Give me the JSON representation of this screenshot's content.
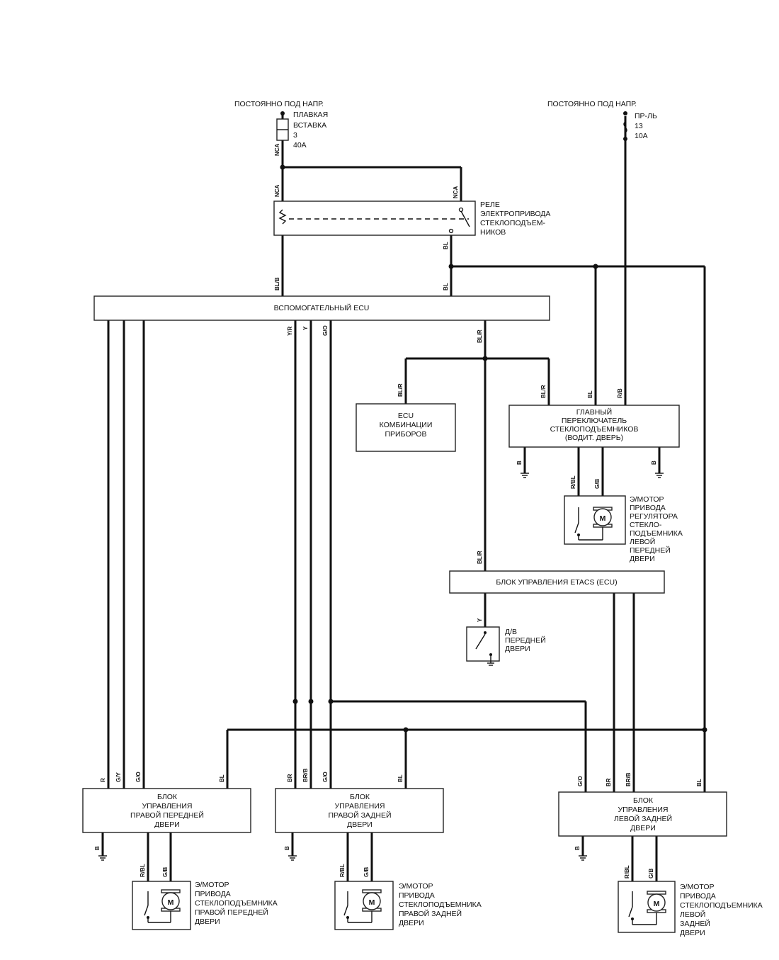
{
  "power": {
    "left": {
      "label": "ПОСТОЯННО ПОД НАПР.",
      "fuse": [
        "ПЛАВКАЯ",
        "ВСТАВКА",
        "3",
        "40А"
      ]
    },
    "right": {
      "label": "ПОСТОЯННО ПОД НАПР.",
      "fuse": [
        "ПР-ЛЬ",
        "13",
        "10А"
      ]
    }
  },
  "relay": {
    "label": [
      "РЕЛЕ",
      "ЭЛЕКТРОПРИВОДА",
      "СТЕКЛОПОДЪЕМ-",
      "НИКОВ"
    ]
  },
  "units": {
    "aux_ecu": "ВСПОМОГАТЕЛЬНЫЙ ECU",
    "meter_ecu": [
      "ECU",
      "КОМБИНАЦИИ",
      "ПРИБОРОВ"
    ],
    "main_switch": [
      "ГЛАВНЫЙ",
      "ПЕРЕКЛЮЧАТЕЛЬ",
      "СТЕКЛОПОДЪЕМНИКОВ",
      "(ВОДИТ. ДВЕРЬ)"
    ],
    "etacs": "БЛОК УПРАВЛЕНИЯ ETACS (ECU)",
    "door_switch": [
      "Д/В",
      "ПЕРЕДНЕЙ",
      "ДВЕРИ"
    ],
    "rf_unit": [
      "БЛОК",
      "УПРАВЛЕНИЯ",
      "ПРАВОЙ ПЕРЕДНЕЙ",
      "ДВЕРИ"
    ],
    "rr_unit": [
      "БЛОК",
      "УПРАВЛЕНИЯ",
      "ПРАВОЙ ЗАДНЕЙ",
      "ДВЕРИ"
    ],
    "lr_unit": [
      "БЛОК",
      "УПРАВЛЕНИЯ",
      "ЛЕВОЙ ЗАДНЕЙ",
      "ДВЕРИ"
    ]
  },
  "motors": {
    "symbol": "M",
    "lf": [
      "Э/МОТОР",
      "ПРИВОДА",
      "РЕГУЛЯТОРА",
      "СТЕКЛО-",
      "ПОДЪЕМНИКА",
      "ЛЕВОЙ",
      "ПЕРЕДНЕЙ",
      "ДВЕРИ"
    ],
    "rf": [
      "Э/МОТОР",
      "ПРИВОДА",
      "СТЕКЛОПОДЪЕМНИКА",
      "ПРАВОЙ ПЕРЕДНЕЙ",
      "ДВЕРИ"
    ],
    "rr": [
      "Э/МОТОР",
      "ПРИВОДА",
      "СТЕКЛОПОДЪЕМНИКА",
      "ПРАВОЙ ЗАДНЕЙ",
      "ДВЕРИ"
    ],
    "lr": [
      "Э/МОТОР",
      "ПРИВОДА",
      "СТЕКЛОПОДЪЕМНИКА",
      "ЛЕВОЙ",
      "ЗАДНЕЙ",
      "ДВЕРИ"
    ]
  },
  "wire_codes": {
    "nca": "NCA",
    "bl": "BL",
    "blb": "BL/B",
    "blr": "BL/R",
    "rb": "R/B",
    "yr": "Y/R",
    "y": "Y",
    "go": "G/O",
    "gy": "G/Y",
    "r": "R",
    "br": "BR",
    "brb": "BR/B",
    "b": "B",
    "rbl": "R/BL",
    "gb": "G/B"
  }
}
